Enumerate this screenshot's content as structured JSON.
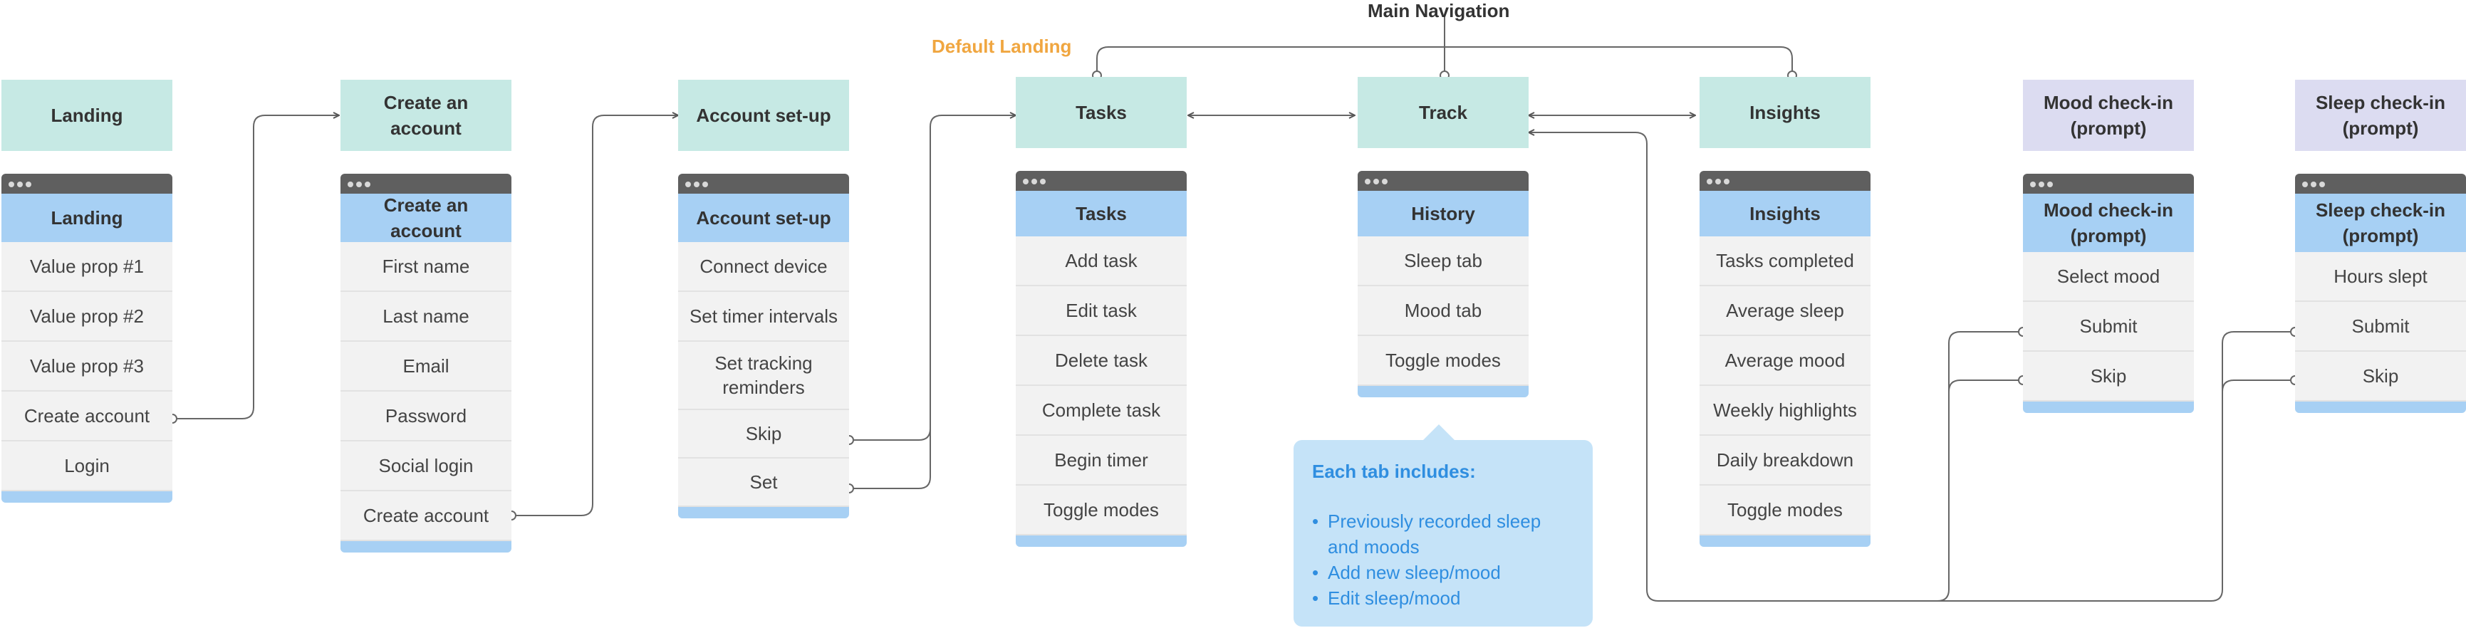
{
  "header": {
    "main_navigation": "Main Navigation",
    "default_landing": "Default Landing"
  },
  "colors": {
    "tile_teal": "#c6e9e4",
    "tile_lavender": "#dcdcf1",
    "screen_header": "#a7d0f4",
    "accent_orange": "#f0a640",
    "link_blue": "#2f8ee0"
  },
  "tiles": {
    "landing": "Landing",
    "create_account": "Create an account",
    "account_setup": "Account set-up",
    "tasks": "Tasks",
    "track": "Track",
    "insights": "Insights",
    "mood_checkin": "Mood check-in (prompt)",
    "sleep_checkin": "Sleep check-in (prompt)"
  },
  "screens": {
    "landing": {
      "title": "Landing",
      "rows": [
        "Value prop #1",
        "Value prop #2",
        "Value prop #3",
        "Create account",
        "Login"
      ]
    },
    "create_account": {
      "title": "Create an account",
      "rows": [
        "First name",
        "Last name",
        "Email",
        "Password",
        "Social login",
        "Create account"
      ]
    },
    "account_setup": {
      "title": "Account set-up",
      "rows": [
        "Connect device",
        "Set timer intervals",
        "Set tracking reminders",
        "Skip",
        "Set"
      ]
    },
    "tasks": {
      "title": "Tasks",
      "rows": [
        "Add task",
        "Edit task",
        "Delete task",
        "Complete task",
        "Begin timer",
        "Toggle modes"
      ]
    },
    "history": {
      "title": "History",
      "rows": [
        "Sleep tab",
        "Mood tab",
        "Toggle modes"
      ]
    },
    "insights": {
      "title": "Insights",
      "rows": [
        "Tasks completed",
        "Average sleep",
        "Average mood",
        "Weekly highlights",
        "Daily breakdown",
        "Toggle modes"
      ]
    },
    "mood_checkin": {
      "title": "Mood check-in (prompt)",
      "rows": [
        "Select mood",
        "Submit",
        "Skip"
      ]
    },
    "sleep_checkin": {
      "title": "Sleep check-in (prompt)",
      "rows": [
        "Hours slept",
        "Submit",
        "Skip"
      ]
    }
  },
  "callout": {
    "title": "Each tab includes:",
    "items": [
      "Previously recorded sleep and moods",
      "Add new sleep/mood",
      "Edit sleep/mood"
    ]
  }
}
